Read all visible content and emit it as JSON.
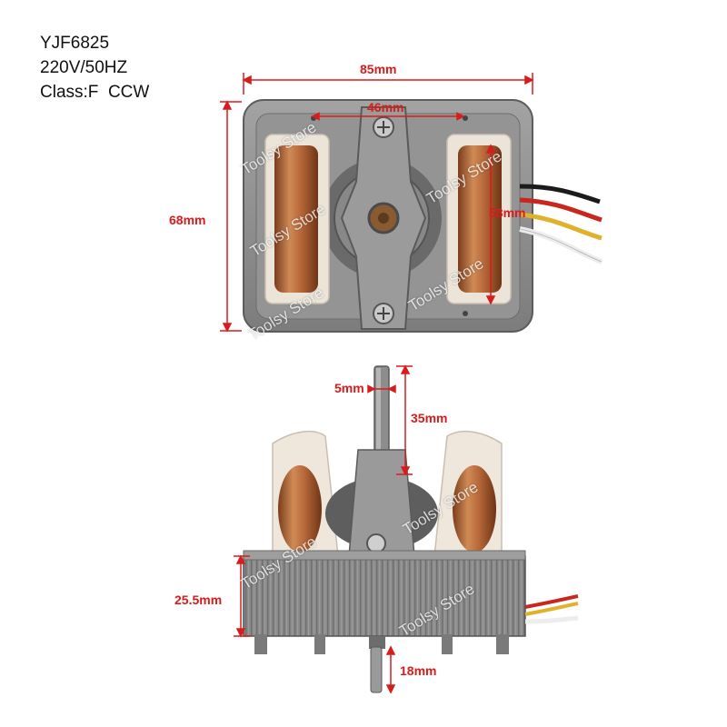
{
  "specs": {
    "model": "YJF6825",
    "voltage": "220V/50HZ",
    "class_line": "Class:F  CCW"
  },
  "dimensions": {
    "width_total": "85mm",
    "hole_spacing": "46mm",
    "height_total": "68mm",
    "coil_height": "58mm",
    "shaft_diameter": "5mm",
    "shaft_top_length": "35mm",
    "stack_thickness": "25.5mm",
    "shaft_bottom_length": "18mm"
  },
  "watermark": "Toolsy Store",
  "colors": {
    "dimension": "#d81c1c",
    "steel": "#8c8c8c",
    "copper": "#b8683a",
    "bobbin": "#efe7dc"
  }
}
